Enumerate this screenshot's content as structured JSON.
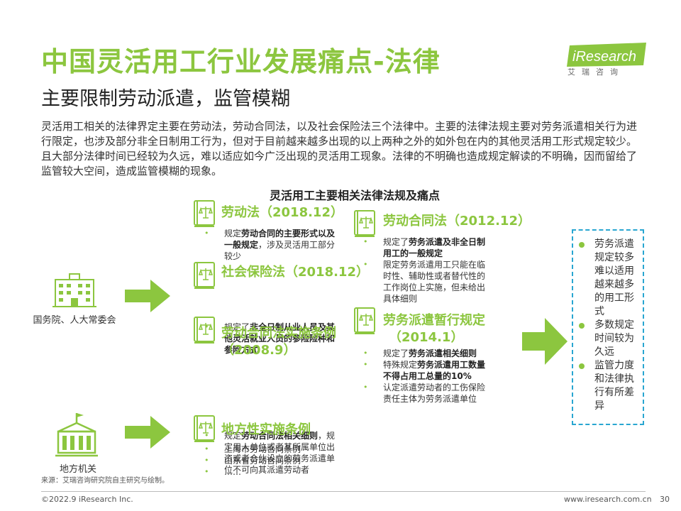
{
  "header": {
    "title": "中国灵活用工行业发展痛点-法律",
    "subtitle": "主要限制劳动派遣，监管模糊",
    "logo_text": "iResearch",
    "logo_cn": "艾瑞咨询"
  },
  "intro": "灵活用工相关的法律界定主要在劳动法，劳动合同法，以及社会保险法三个法律中。主要的法律法规主要对劳务派遣相关行为进行限定，也涉及部分非全日制用工行为，但对于目前越来越多出现的以上两种之外的如外包在内的其他灵活用工形式规定较少。且大部分法律时间已经较为久远，难以适应如今广泛出现的灵活用工现象。法律的不明确也造成规定解读的不明确，因而留给了监管较大空间，造成监管模糊的现象。",
  "section_title": "灵活用工主要相关法律法规及痛点",
  "entities": {
    "state": "国务院、人大常委会",
    "local": "地方机关"
  },
  "laws": {
    "labor_law": {
      "title": "劳动法（2018.12）",
      "b1": "规定",
      "b2": "劳动合同的主要形式以及一般规定",
      "b3": "，涉及灵活用工部分较少"
    },
    "social_insurance": {
      "title": "社会保险法（2018.12）",
      "b1": "规定了",
      "b2": "非全日制从业人员及其他灵活就业人员的参险险种和参险方式"
    },
    "contract_rules": {
      "title1": "劳动合同法实施条例",
      "title2": "（2008.9）",
      "b1": "规定",
      "b2": "劳动合同法相关细则",
      "b3": "，规定用人单位或者其所属单位出资或者合伙设立的劳务派遣单位不可向其派遣劳动者"
    },
    "local_rules": {
      "title": "地方性实施条例",
      "items": [
        "上海市劳动合同条例",
        "山东省劳动合同条例",
        "……"
      ]
    },
    "contract_law": {
      "title": "劳动合同法（2012.12）",
      "b1": "规定了",
      "b2": "劳务派遣及非全日制用工的一般规定",
      "b3": "限定劳务派遣用工只能在临时性、辅助性或者替代性的工作岗位上实施，但未给出具体细则"
    },
    "dispatch_rules": {
      "title1": "劳务派遣暂行规定",
      "title2": "（2014.1）",
      "l1a": "规定了",
      "l1b": "劳务派遣相关细则",
      "l2a": "特殊规定",
      "l2b": "劳务派遣用工数量不得占用工总量的10%",
      "l3": "认定派遣劳动者的工伤保险责任主体为劳务派遣单位"
    }
  },
  "summary": [
    "劳务派遣规定较多难以适用越来越多的用工形式",
    "多数规定时间较为久远",
    "监管力度和法律执行有所差异"
  ],
  "footer": {
    "source": "来源：艾瑞咨询研究院自主研究与绘制。",
    "copyright": "©2022.9 iResearch Inc.",
    "website": "www.iresearch.com.cn",
    "page": "30"
  },
  "colors": {
    "accent": "#8cc63f",
    "dashed_border": "#29a6d1"
  }
}
